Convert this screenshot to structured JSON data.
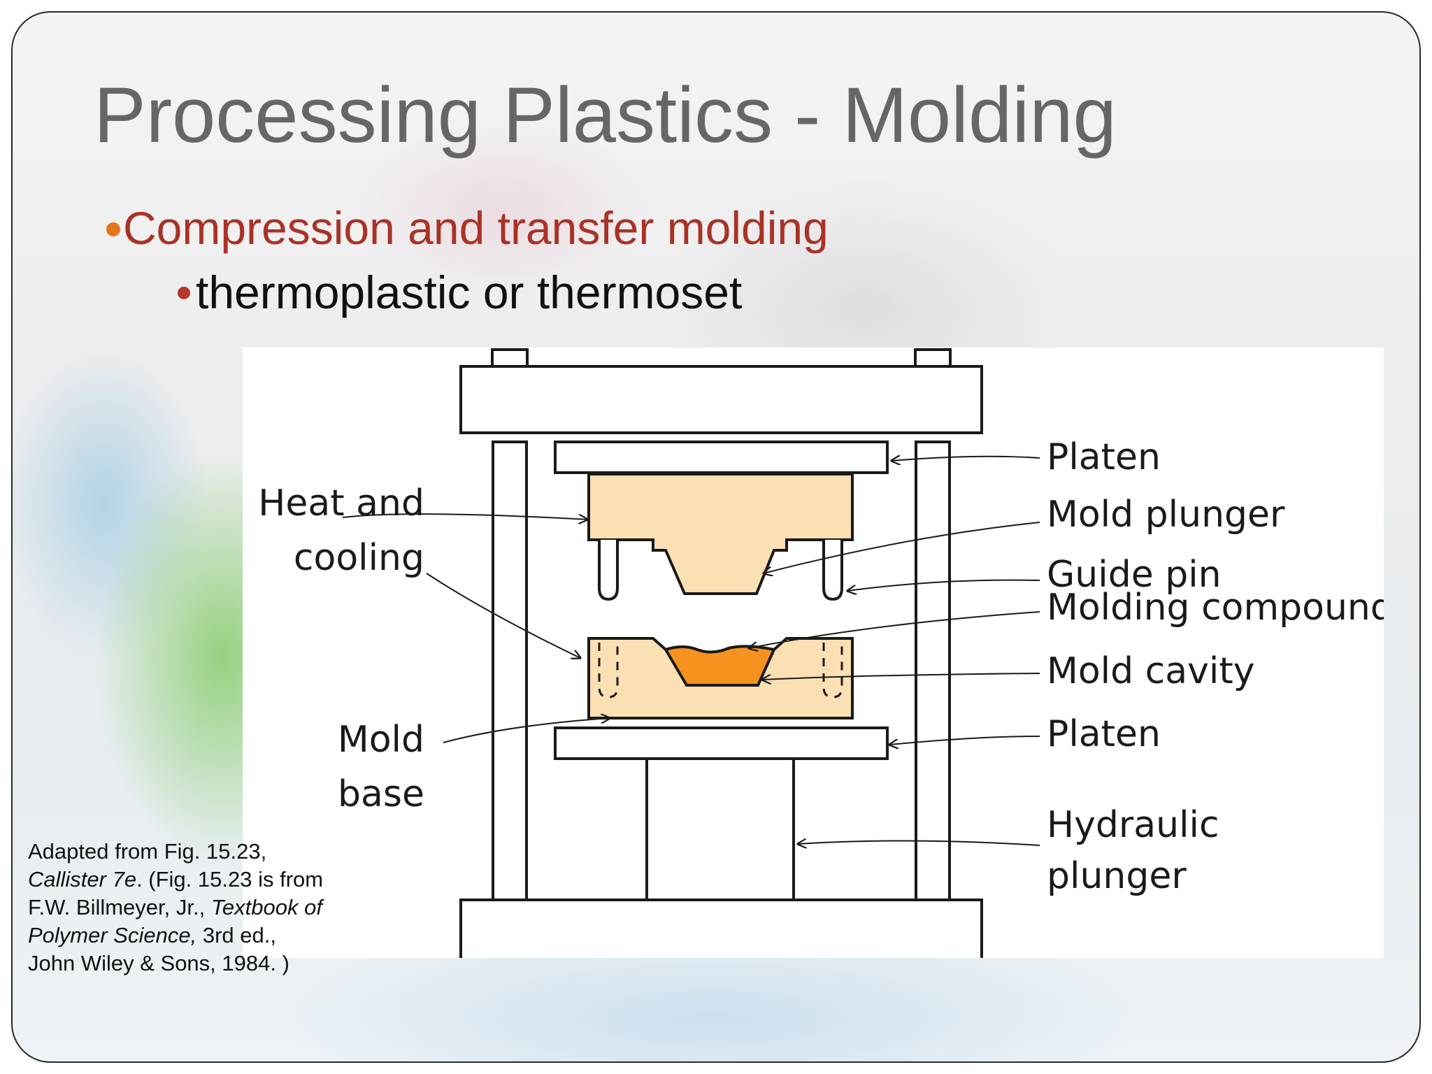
{
  "slide": {
    "title": "Processing Plastics - Molding",
    "bullet_1": "Compression and transfer molding",
    "bullet_2": "thermoplastic or thermoset"
  },
  "diagram": {
    "labels": {
      "heat_and_cooling_1": "Heat and",
      "heat_and_cooling_2": "cooling",
      "mold_base_1": "Mold",
      "mold_base_2": "base",
      "platen_top": "Platen",
      "mold_plunger": "Mold plunger",
      "guide_pin": "Guide pin",
      "molding_compound": "Molding compound",
      "mold_cavity": "Mold cavity",
      "platen_bottom": "Platen",
      "hydraulic_1": "Hydraulic",
      "hydraulic_2": "plunger"
    },
    "colors": {
      "mold": "#fbe0b4",
      "compound": "#f7921e",
      "outline": "#1a1a1a"
    }
  },
  "caption": {
    "line1": "Adapted from Fig. 15.23,",
    "line2_italic": "Callister 7e",
    "line2_rest": ". (Fig. 15.23 is  from",
    "line3_plain": "F.W. Billmeyer, Jr., ",
    "line3_italic": "Textbook of",
    "line4_italic": "Polymer Science,",
    "line4_rest": " 3rd ed.,",
    "line5": "John Wiley & Sons, 1984. )"
  }
}
